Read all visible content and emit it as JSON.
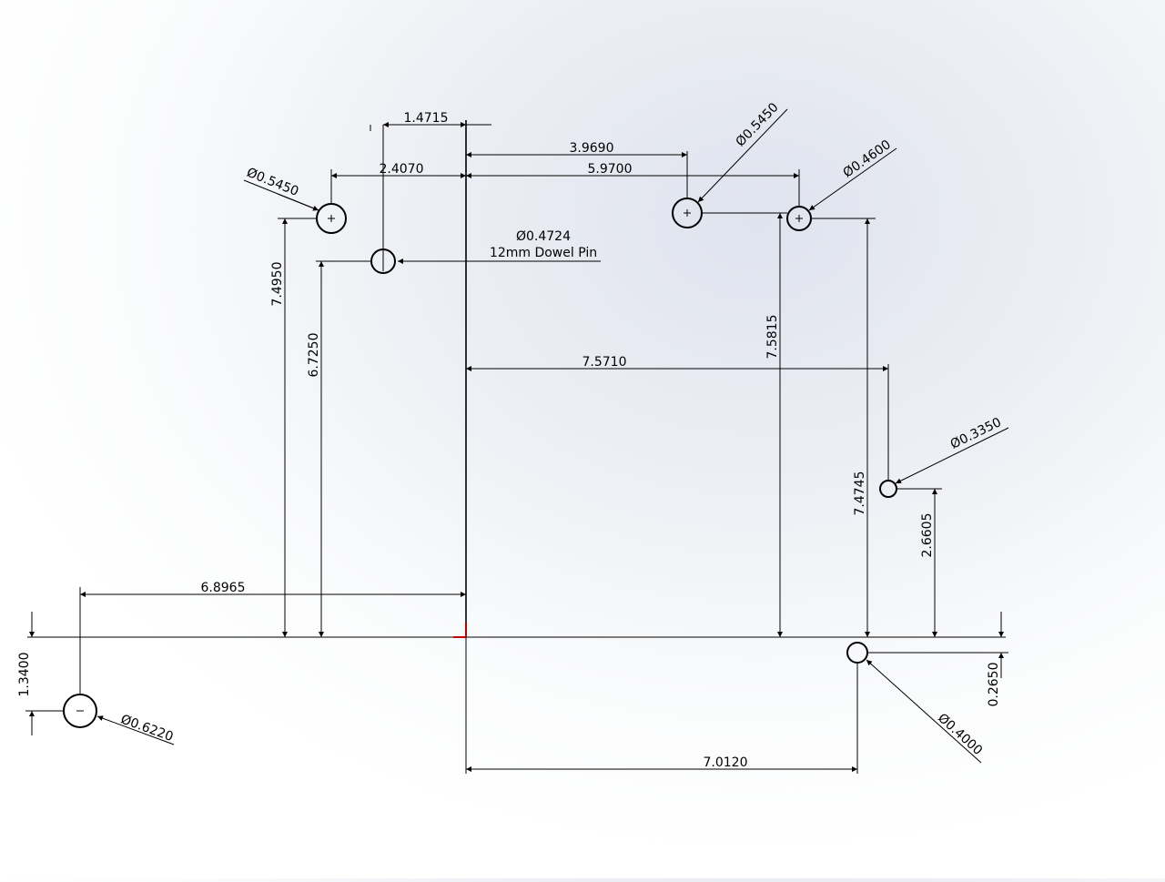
{
  "dimensions": {
    "h_1_4715": "1.4715",
    "h_3_9690": "3.9690",
    "h_2_4070": "2.4070",
    "h_5_9700": "5.9700",
    "h_7_5710": "7.5710",
    "h_6_8965": "6.8965",
    "h_7_0120": "7.0120",
    "v_7_4950": "7.4950",
    "v_6_7250": "6.7250",
    "v_7_5815": "7.5815",
    "v_7_4745": "7.4745",
    "v_2_6605": "2.6605",
    "v_1_3400": "1.3400",
    "v_0_2650": "0.2650"
  },
  "holes": {
    "top_left": "Ø0.5450",
    "dowel_dia": "Ø0.4724",
    "dowel_note": "12mm Dowel Pin",
    "top_mid": "Ø0.5450",
    "top_right": "Ø0.4600",
    "right_mid": "Ø0.3350",
    "bottom_right": "Ø0.4000",
    "bottom_left": "Ø0.6220"
  }
}
